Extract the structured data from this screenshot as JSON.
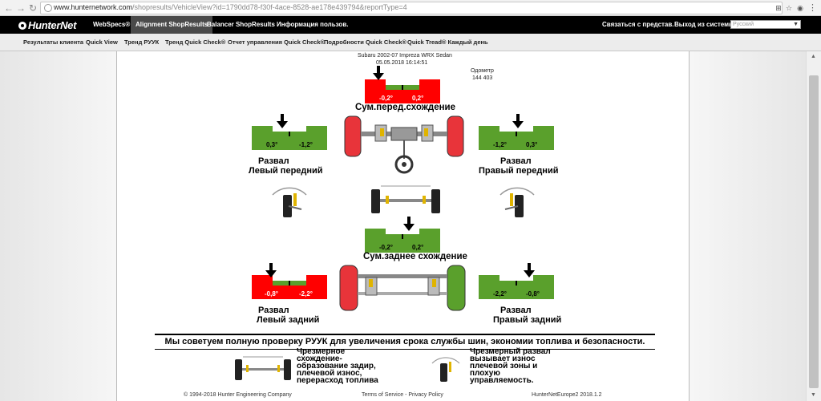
{
  "browser": {
    "url_host": "www.hunternetwork.com",
    "url_path": "/shopresults/VehicleView?id=1790dd78-f30f-4ace-8528-ae178e439794&reportType=4"
  },
  "topnav": {
    "logo": "HunterNet",
    "items": [
      "WebSpecs®",
      "Alignment ShopResults",
      "Balancer ShopResults",
      "Информация пользов."
    ],
    "right_items": [
      "Связаться с представ.",
      "Выход из системы"
    ],
    "language": "Русский"
  },
  "subnav": {
    "items": [
      "Результаты клиента",
      "Quick View",
      "Тренд РУУК",
      "Тренд Quick Check®",
      "Отчет управления Quick Check®",
      "Подробности Quick Check®",
      "Quick Tread® Каждый день"
    ]
  },
  "vehicle": {
    "name": "Subaru 2002-07 Impreza WRX Sedan",
    "date": "05.05.2018 16:14:51",
    "odometer_label": "Одометр",
    "odometer_value": "144 403"
  },
  "measurements": {
    "front_total_toe": {
      "label": "Сум.перед.схождение",
      "left": "-0,2°",
      "right": "0,2°",
      "status": "red"
    },
    "camber_left_front": {
      "label1": "Развал",
      "label2": "Левый передний",
      "left": "0,3°",
      "right": "-1,2°",
      "status": "green"
    },
    "camber_right_front": {
      "label1": "Развал",
      "label2": "Правый передний",
      "left": "-1,2°",
      "right": "0,3°",
      "status": "green"
    },
    "rear_total_toe": {
      "label": "Сум.заднее схождение",
      "left": "-0,2°",
      "right": "0,2°",
      "status": "green"
    },
    "camber_left_rear": {
      "label1": "Развал",
      "label2": "Левый задний",
      "left": "-0,8°",
      "right": "-2,2°",
      "status": "red"
    },
    "camber_right_rear": {
      "label1": "Развал",
      "label2": "Правый задний",
      "left": "-2,2°",
      "right": "-0,8°",
      "status": "green"
    }
  },
  "recommendation": "Мы советуем полную проверку РУУК для увеличения срока службы шин, экономии топлива и безопасности.",
  "notes": {
    "toe": "Чрезмерное\nсхождение-\nобразование задир,\nплечевой износ,\nперерасход топлива",
    "camber": "Чрезмерный развал\nвызывает износ\nплечевой зоны и\nплохую\nуправляемость."
  },
  "footer": {
    "copyright": "© 1994-2018 Hunter Engineering Company",
    "links": "Terms of Service - Privacy Policy",
    "version": "HunterNetEurope2 2018.1.2"
  },
  "colors": {
    "red": "#ff0000",
    "green": "#5aa02c",
    "topnav": "#000000"
  }
}
